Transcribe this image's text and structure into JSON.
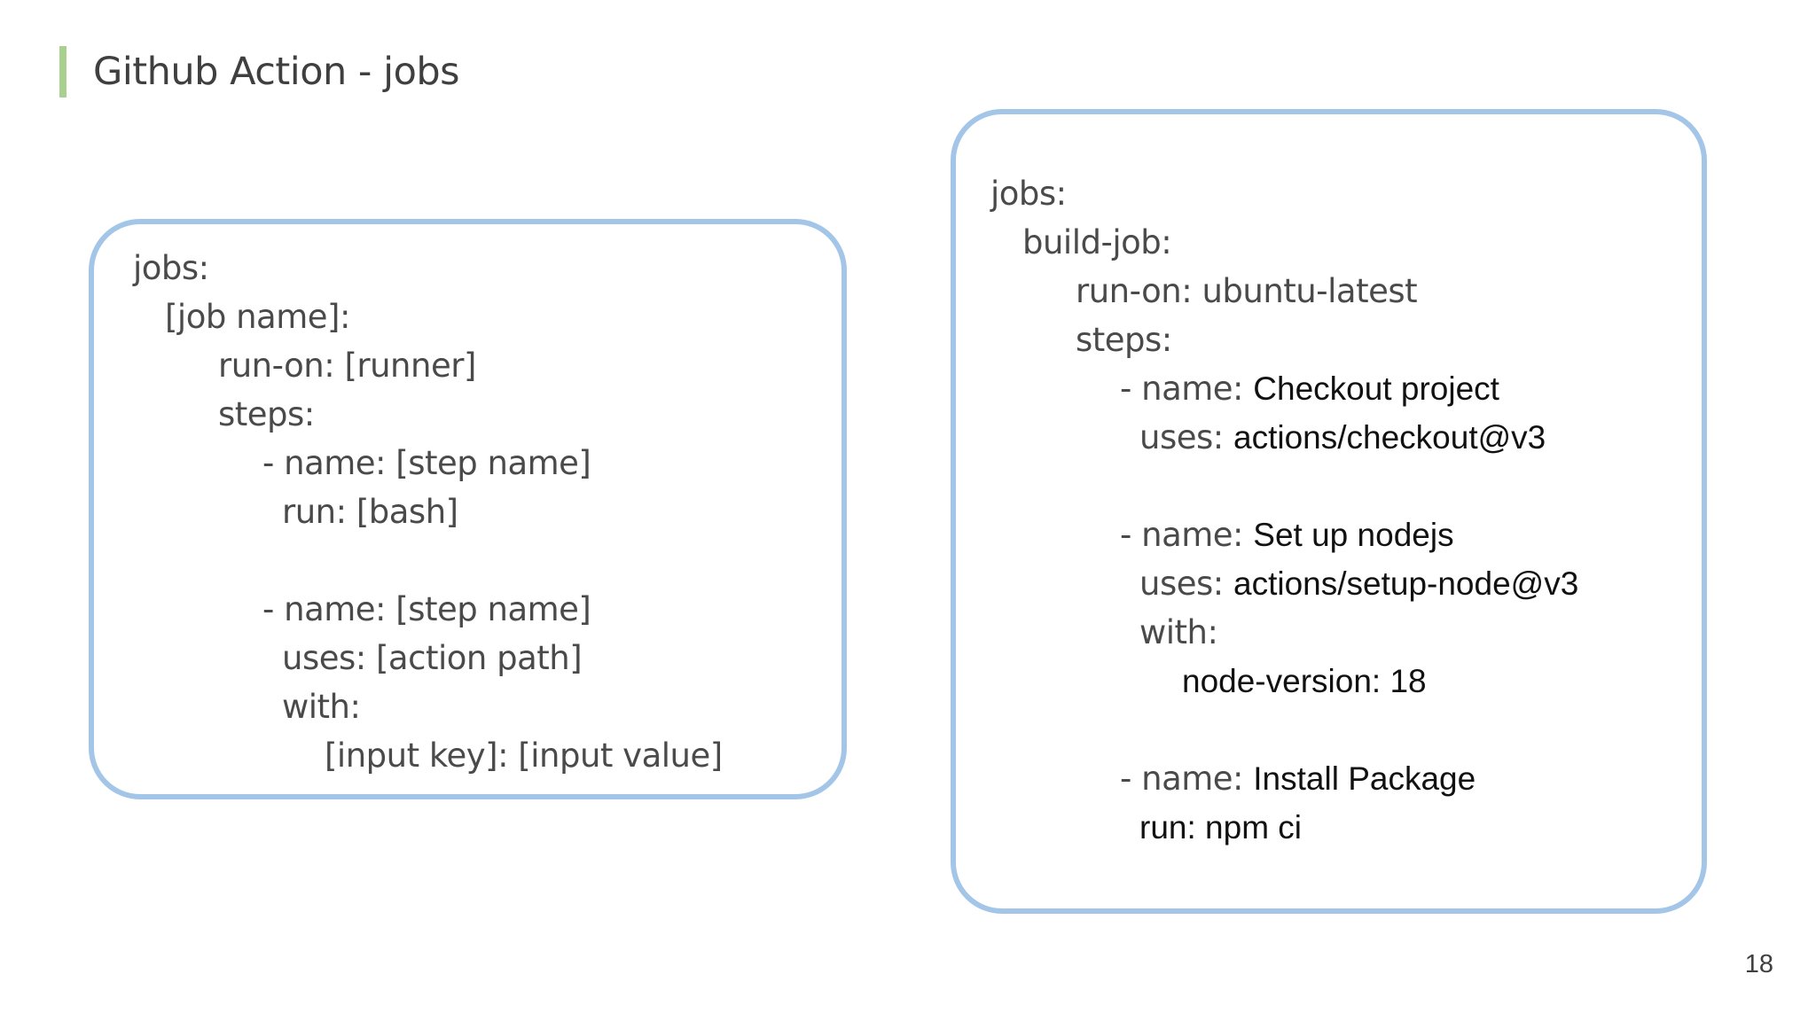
{
  "slide": {
    "title": "Github Action - jobs",
    "page_number": "18",
    "colors": {
      "accent_green": "#aad08f",
      "box_border_blue": "#a3c6e8",
      "key_text": "#4a4a4a",
      "value_text": "#111111",
      "title_text": "#3f3f3f",
      "background": "#ffffff"
    }
  },
  "template_box": {
    "lines": [
      {
        "indent": 0,
        "segments": [
          {
            "text": "jobs:",
            "kind": "key"
          }
        ]
      },
      {
        "indent": 1,
        "segments": [
          {
            "text": "[job name]:",
            "kind": "key"
          }
        ]
      },
      {
        "indent": 2,
        "segments": [
          {
            "text": "run-on: [runner]",
            "kind": "key"
          }
        ]
      },
      {
        "indent": 2,
        "segments": [
          {
            "text": "steps:",
            "kind": "key"
          }
        ]
      },
      {
        "indent": 3,
        "segments": [
          {
            "text": "- name: [step name]",
            "kind": "key"
          }
        ]
      },
      {
        "indent": 4,
        "segments": [
          {
            "text": "run: [bash]",
            "kind": "key"
          }
        ]
      },
      {
        "blank": true
      },
      {
        "indent": 3,
        "segments": [
          {
            "text": "- name: [step name]",
            "kind": "key"
          }
        ]
      },
      {
        "indent": 4,
        "segments": [
          {
            "text": "uses: [action path]",
            "kind": "key"
          }
        ]
      },
      {
        "indent": 4,
        "segments": [
          {
            "text": "with:",
            "kind": "key"
          }
        ]
      },
      {
        "indent": 5,
        "segments": [
          {
            "text": "[input key]: [input value]",
            "kind": "key"
          }
        ]
      }
    ]
  },
  "example_box": {
    "lines": [
      {
        "indent": 0,
        "segments": [
          {
            "text": "jobs:",
            "kind": "key"
          }
        ]
      },
      {
        "indent": 1,
        "segments": [
          {
            "text": "build-job:",
            "kind": "key"
          }
        ]
      },
      {
        "indent": 2,
        "segments": [
          {
            "text": "run-on: ubuntu-latest",
            "kind": "key"
          }
        ]
      },
      {
        "indent": 2,
        "segments": [
          {
            "text": "steps:",
            "kind": "key"
          }
        ]
      },
      {
        "indent": 3,
        "segments": [
          {
            "text": "- name: ",
            "kind": "key"
          },
          {
            "text": "Checkout project",
            "kind": "value"
          }
        ]
      },
      {
        "indent": 4,
        "segments": [
          {
            "text": "uses: ",
            "kind": "key"
          },
          {
            "text": "actions/checkout@v3",
            "kind": "value"
          }
        ]
      },
      {
        "blank": true
      },
      {
        "indent": 3,
        "segments": [
          {
            "text": "- name: ",
            "kind": "key"
          },
          {
            "text": "Set up nodejs",
            "kind": "value"
          }
        ]
      },
      {
        "indent": 4,
        "segments": [
          {
            "text": "uses: ",
            "kind": "key"
          },
          {
            "text": "actions/setup-node@v3",
            "kind": "value"
          }
        ]
      },
      {
        "indent": 4,
        "segments": [
          {
            "text": "with:",
            "kind": "key"
          }
        ]
      },
      {
        "indent": 5,
        "segments": [
          {
            "text": "node-version: 18",
            "kind": "value"
          }
        ]
      },
      {
        "blank": true
      },
      {
        "indent": 3,
        "segments": [
          {
            "text": "- name: ",
            "kind": "key"
          },
          {
            "text": "Install Package",
            "kind": "value"
          }
        ]
      },
      {
        "indent": 4,
        "segments": [
          {
            "text": "run: npm ci",
            "kind": "value"
          }
        ]
      }
    ]
  }
}
